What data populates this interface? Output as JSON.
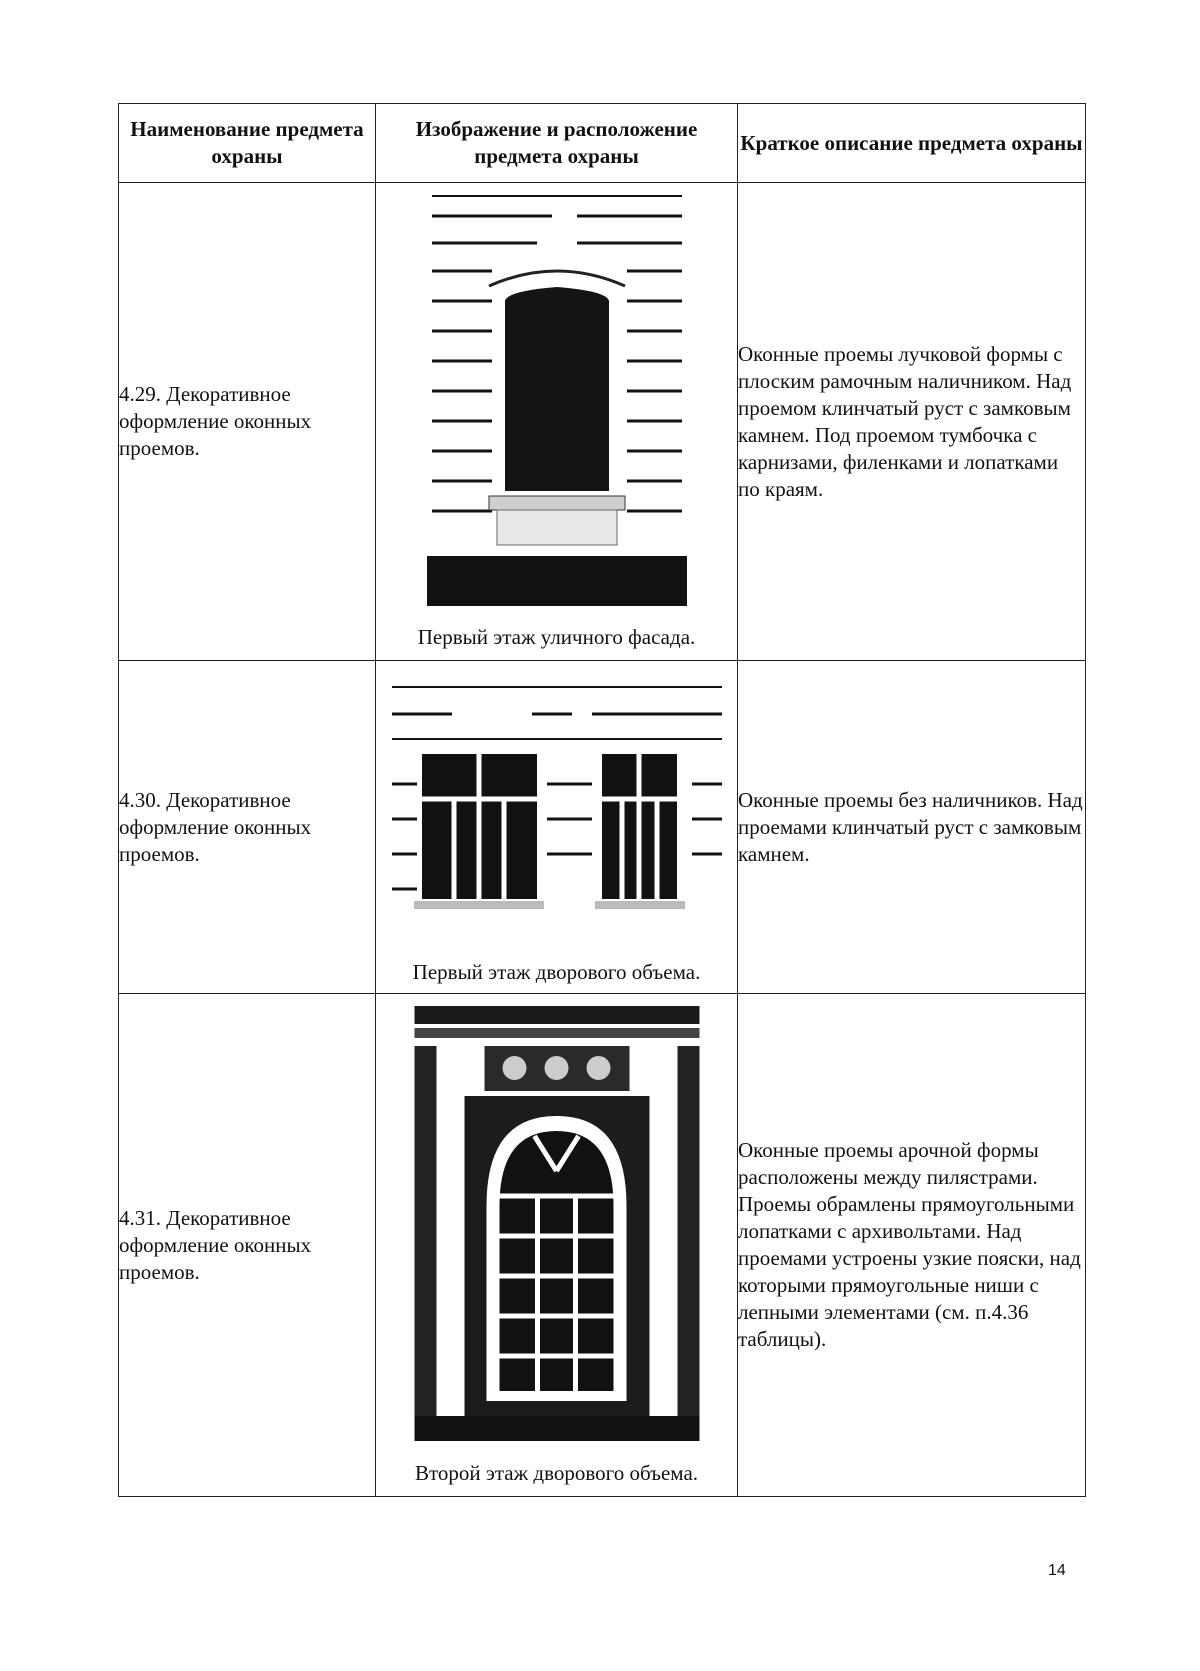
{
  "table": {
    "headers": [
      "Наименование предмета охраны",
      "Изображение и расположение предмета охраны",
      "Краткое описание предмета охраны"
    ],
    "rows": [
      {
        "name": "4.29. Декоративное оформление оконных проемов.",
        "caption": "Первый этаж уличного фасада.",
        "description": "Оконные проемы лучковой формы с плоским рамочным наличником. Над проемом клинчатый руст с замковым камнем. Под проемом тумбочка с карнизами, филенками и лопатками по краям."
      },
      {
        "name": "4.30. Декоративное оформление оконных проемов.",
        "caption": "Первый этаж дворового объема.",
        "description": "Оконные проемы без наличников. Над проемами клинчатый руст с замковым камнем."
      },
      {
        "name": "4.31. Декоративное оформление оконных проемов.",
        "caption": "Второй этаж дворового объема.",
        "description": "Оконные проемы арочной формы расположены между пилястрами. Проемы обрамлены прямоугольными лопатками с архивольтами. Над проемами устроены узкие пояски, над которыми прямоугольные ниши с лепными элементами (см. п.4.36 таблицы)."
      }
    ]
  },
  "page_number": "14"
}
